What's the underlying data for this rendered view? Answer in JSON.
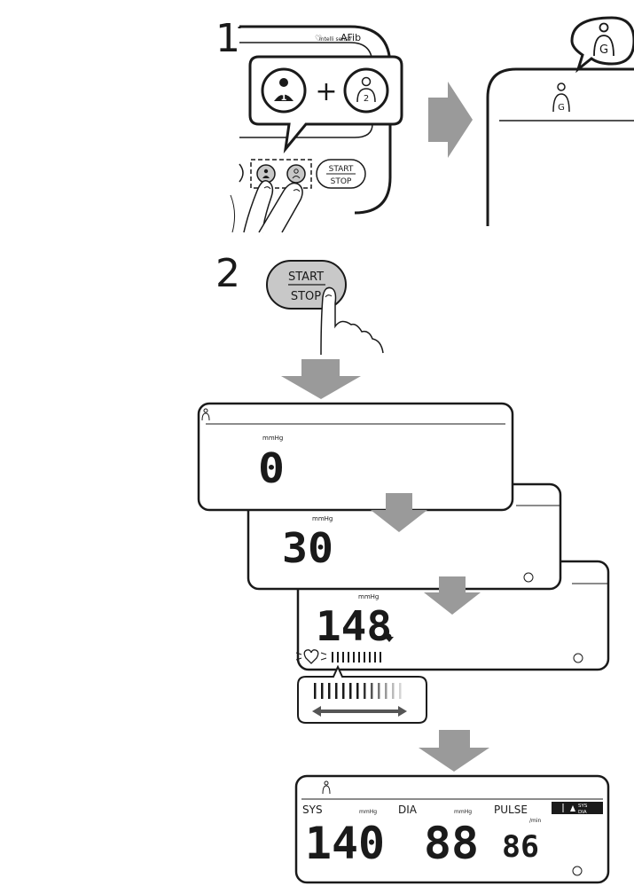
{
  "steps": {
    "step1": "1",
    "step2": "2"
  },
  "device": {
    "brand_small": "Intelli sense",
    "afib": "AFib"
  },
  "callout": {
    "user1": "1",
    "plus": "+",
    "user2": "2"
  },
  "guest_bubble": {
    "letter": "G"
  },
  "buttons": {
    "start": "START",
    "stop": "STOP"
  },
  "screens": [
    {
      "unit": "mmHg",
      "pressure": "0"
    },
    {
      "unit": "mmHg",
      "pressure": "30"
    },
    {
      "unit": "mmHg",
      "pressure": "148"
    }
  ],
  "result": {
    "sys_label": "SYS",
    "sys_unit": "mmHg",
    "sys_value": "140",
    "dia_label": "DIA",
    "dia_unit": "mmHg",
    "dia_value": "88",
    "pulse_label": "PULSE",
    "pulse_unit": "/min",
    "pulse_value": "86",
    "legend_sys": "SYS",
    "legend_dia": "DIA"
  },
  "colors": {
    "arrow": "#9a9a9a",
    "ink": "#1a1a1a",
    "fill_gray": "#c8c8c8"
  }
}
